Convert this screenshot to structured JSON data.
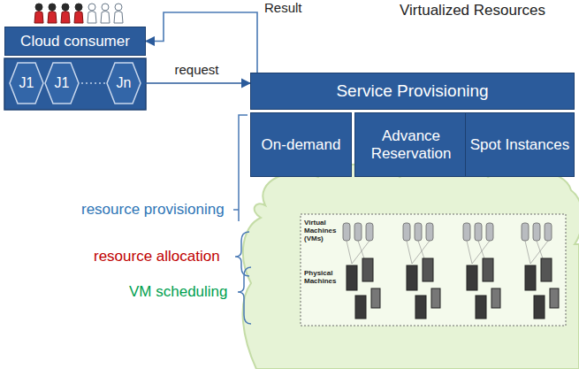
{
  "diagram": {
    "nodes": [
      {
        "text": [
          "Cloud consumer"
        ]
      },
      {
        "text": [
          "J1"
        ]
      },
      {
        "text": [
          "J1"
        ]
      },
      {
        "text": [
          "Jn"
        ]
      },
      {
        "text": [
          "Service Provisioning"
        ]
      },
      {
        "text": [
          "On-demand"
        ]
      },
      {
        "text": [
          "Advance Reservation"
        ]
      },
      {
        "text": [
          "Spot Instances"
        ]
      }
    ],
    "edges": [
      {
        "from": 3,
        "to": 4,
        "label": "request",
        "arrow": "to"
      },
      {
        "from": 4,
        "to": 0,
        "label": "Result",
        "arrow": "to"
      }
    ],
    "labels": [
      "Virtualized Resources",
      "resource provisioning",
      "resource allocation",
      "VM scheduling",
      "Virtual Machines (VMs)",
      "Physical Machines"
    ]
  }
}
